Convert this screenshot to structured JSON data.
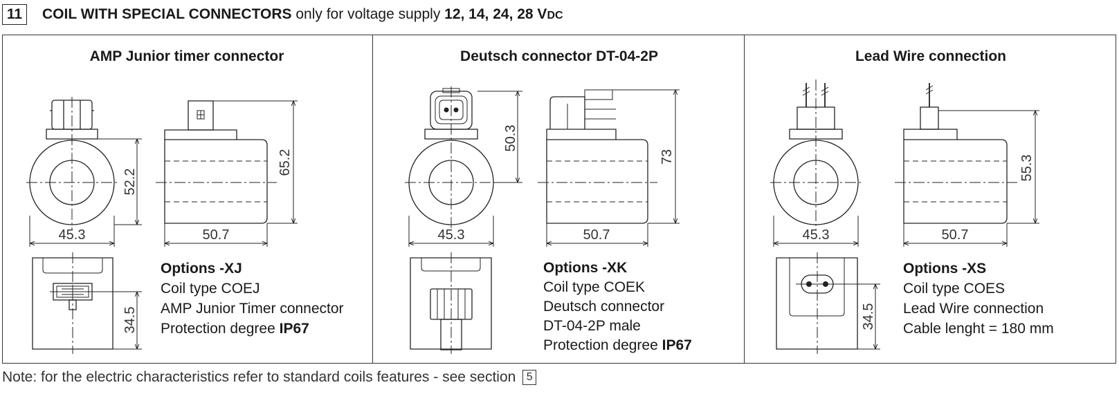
{
  "header": {
    "section_number": "11",
    "title_bold": "COIL WITH SPECIAL CONNECTORS",
    "title_regular": " only for voltage supply ",
    "voltages": "12, 14, 24, 28 V",
    "voltage_suffix": "DC"
  },
  "panels": [
    {
      "title": "AMP Junior timer connector",
      "dims": {
        "front_width": "45.3",
        "front_height": "52.2",
        "side_width": "50.7",
        "side_height": "65.2",
        "bottom_height": "34.5"
      },
      "options_title": "Options -XJ",
      "lines": [
        "Coil type COEJ",
        "AMP Junior Timer connector",
        "Protection degree "
      ],
      "protection": "IP67"
    },
    {
      "title": "Deutsch connector DT-04-2P",
      "dims": {
        "front_width": "45.3",
        "front_height": "50.3",
        "side_width": "50.7",
        "side_height": "73"
      },
      "options_title": "Options -XK",
      "lines": [
        "Coil type COEK",
        "Deutsch connector",
        "DT-04-2P male",
        "Protection degree "
      ],
      "protection": "IP67"
    },
    {
      "title": "Lead Wire connection",
      "dims": {
        "front_width": "45.3",
        "side_width": "50.7",
        "side_height": "55.3",
        "bottom_height": "34.5"
      },
      "options_title": "Options -XS",
      "lines": [
        "Coil type COES",
        "Lead Wire connection",
        "Cable lenght = 180 mm"
      ]
    }
  ],
  "note": {
    "text": "Note: for the electric characteristics refer to standard coils features - see section",
    "section_ref": "5"
  }
}
